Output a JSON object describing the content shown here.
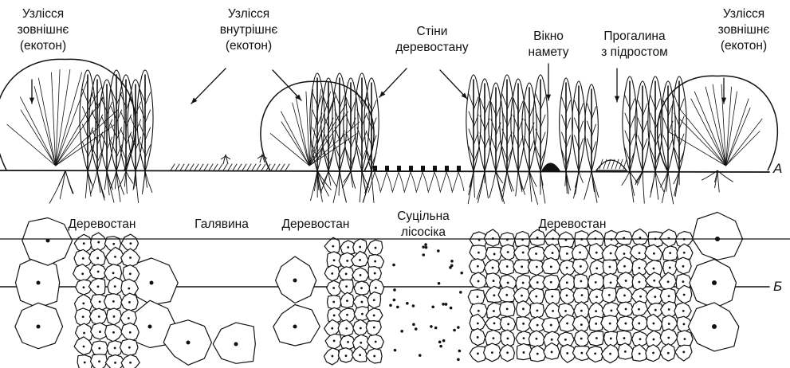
{
  "top_labels": {
    "edge_outer_left": [
      "Узлісся",
      "зовнішнє",
      "(екотон)"
    ],
    "edge_inner": [
      "Узлісся",
      "внутрішнє",
      "(екотон)"
    ],
    "stand_walls": [
      "Стіни",
      "деревостану"
    ],
    "canopy_window": [
      "Вікно",
      "намету"
    ],
    "glade_regrowth": [
      "Прогалина",
      "з підростом"
    ],
    "edge_outer_right": [
      "Узлісся",
      "зовнішнє",
      "(екотон)"
    ]
  },
  "bottom_labels": {
    "stand_left": "Деревостан",
    "glade": "Галявина",
    "stand_middle": "Деревостан",
    "clearcut": [
      "Суцільна",
      "лісосіка"
    ],
    "stand_right": "Деревостан"
  },
  "panel_labels": {
    "profile": "А",
    "plan": "Б"
  },
  "colors": {
    "ink": "#111111",
    "paper": "#ffffff"
  }
}
